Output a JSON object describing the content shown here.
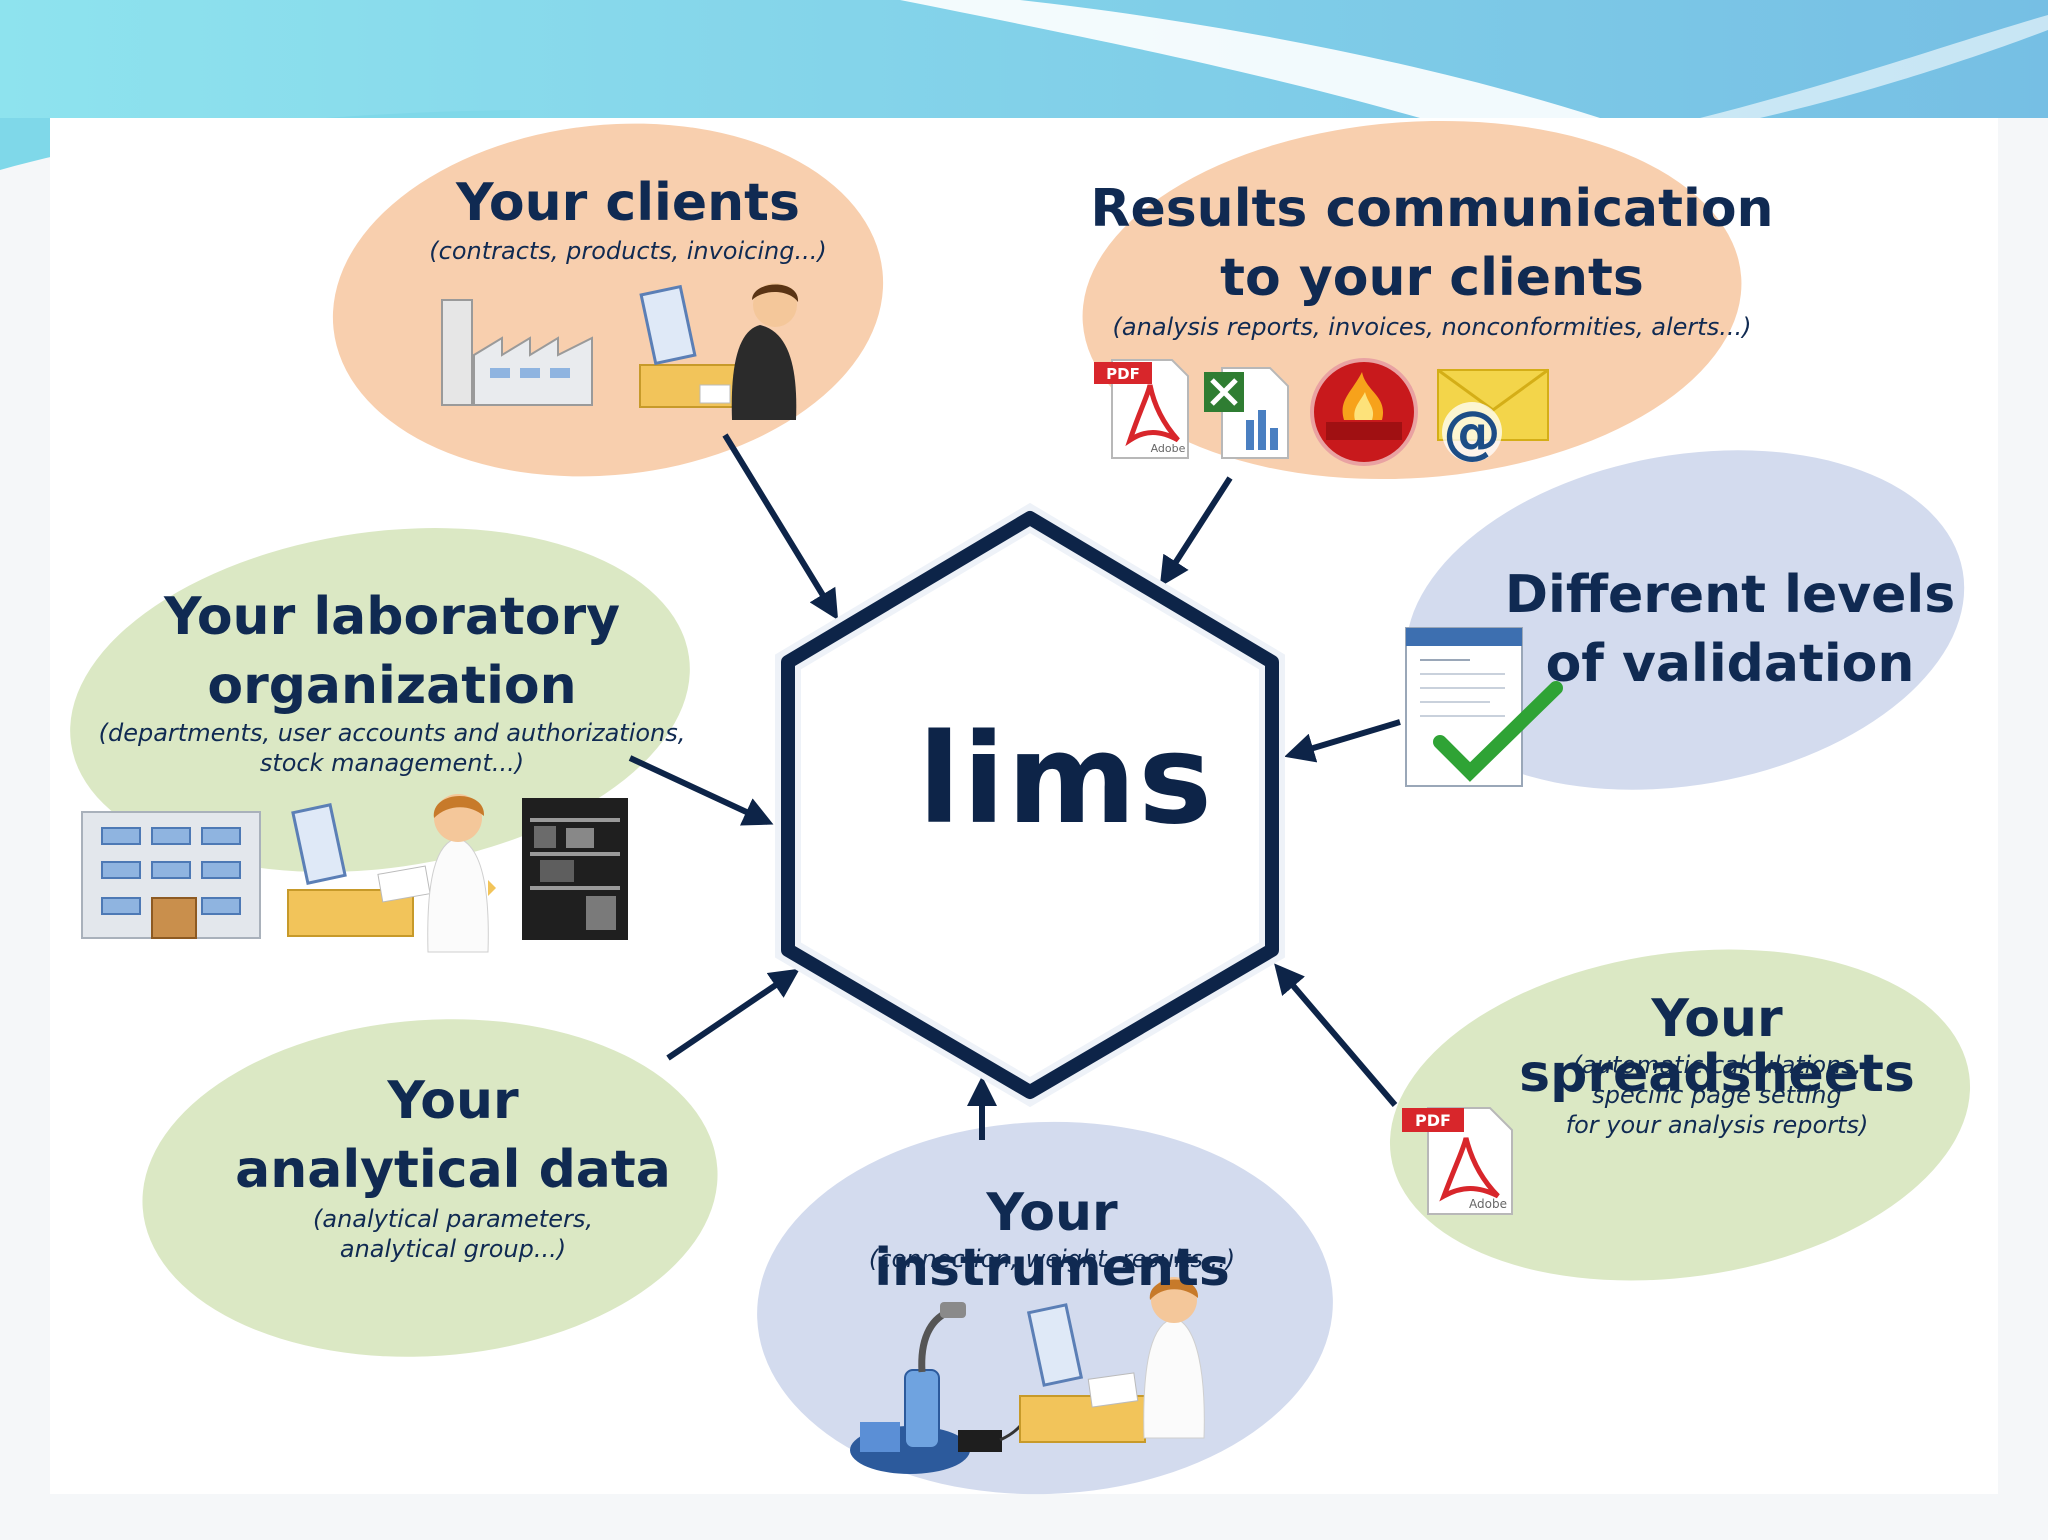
{
  "center": {
    "label": "lims"
  },
  "nodes": [
    {
      "id": "clients",
      "title_lines": [
        "Your clients"
      ],
      "subtitle_lines": [
        "(contracts, products, invoicing...)"
      ]
    },
    {
      "id": "results",
      "title_lines": [
        "Results communication",
        "to your clients"
      ],
      "subtitle_lines": [
        "(analysis reports, invoices, nonconformities, alerts...)"
      ]
    },
    {
      "id": "validation",
      "title_lines": [
        "Different levels",
        "of validation"
      ],
      "subtitle_lines": []
    },
    {
      "id": "lab",
      "title_lines": [
        "Your laboratory",
        "organization"
      ],
      "subtitle_lines": [
        "(departments, user accounts and authorizations,",
        "stock management...)"
      ]
    },
    {
      "id": "analytical",
      "title_lines": [
        "Your",
        "analytical data"
      ],
      "subtitle_lines": [
        "(analytical parameters,",
        "analytical group...)"
      ]
    },
    {
      "id": "instruments",
      "title_lines": [
        "Your instruments"
      ],
      "subtitle_lines": [
        "(connection, weight, results...)"
      ]
    },
    {
      "id": "spreadsheets",
      "title_lines": [
        "Your spreadsheets"
      ],
      "subtitle_lines": [
        "(automatic calculations,",
        "specific page setting",
        "for your analysis reports)"
      ]
    }
  ],
  "icon_text": {
    "pdf": "PDF",
    "adobe": "Adobe"
  },
  "colors": {
    "peach": "#f8cfae",
    "green": "#dbe8c4",
    "lavender": "#d3dbee",
    "navy": "#0d2448",
    "header_sky": "#7dd3e6"
  }
}
